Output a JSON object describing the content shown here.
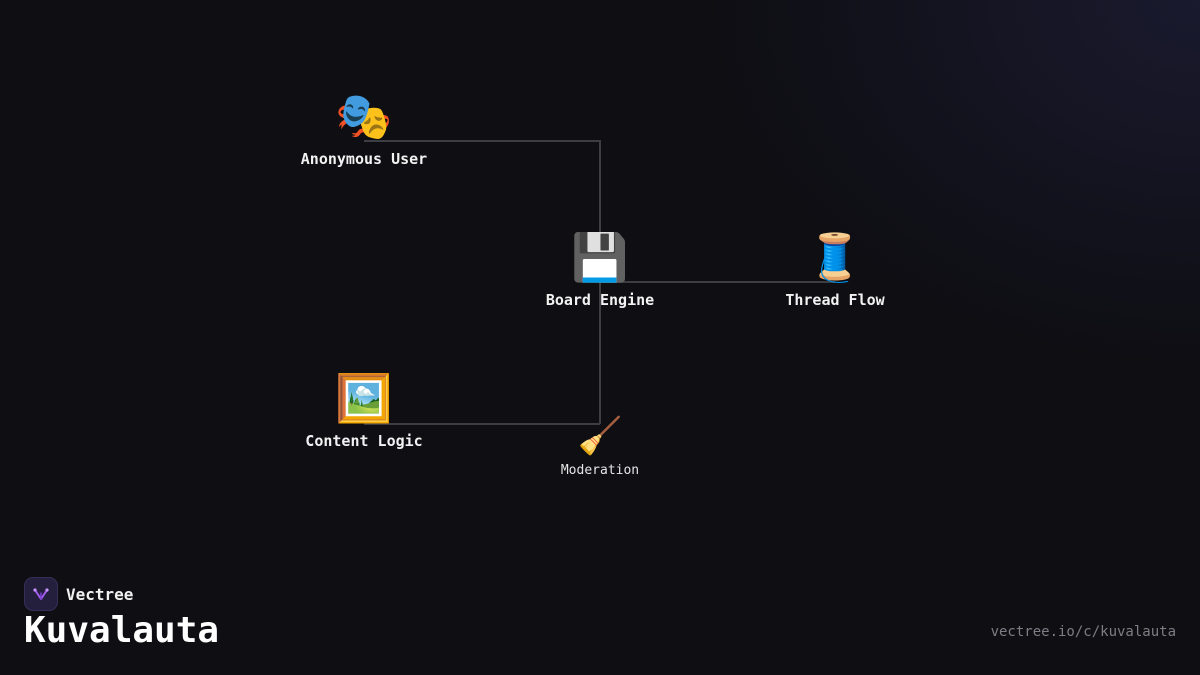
{
  "diagram": {
    "nodes": [
      {
        "id": "anonymous-user",
        "icon": "performing-arts-masks-icon",
        "glyph": "🎭",
        "label": "Anonymous User"
      },
      {
        "id": "board-engine",
        "icon": "floppy-disk-icon",
        "glyph": "💾",
        "label": "Board Engine"
      },
      {
        "id": "thread-flow",
        "icon": "spool-of-thread-icon",
        "glyph": "🧵",
        "label": "Thread Flow"
      },
      {
        "id": "content-logic",
        "icon": "framed-picture-icon",
        "glyph": "🖼️",
        "label": "Content Logic"
      },
      {
        "id": "moderation",
        "icon": "broom-icon",
        "glyph": "🧹",
        "label": "Moderation"
      }
    ],
    "edges": [
      {
        "from": "anonymous-user",
        "to": "board-engine"
      },
      {
        "from": "board-engine",
        "to": "thread-flow"
      },
      {
        "from": "board-engine",
        "to": "moderation"
      },
      {
        "from": "content-logic",
        "to": "moderation"
      }
    ],
    "line_color": "#3d3d44"
  },
  "brand": {
    "name": "Vectree",
    "logo_icon": "vectree-logo-icon",
    "accent": "#a25cf0"
  },
  "footer": {
    "title": "Kuvalauta",
    "url": "vectree.io/c/kuvalauta"
  }
}
